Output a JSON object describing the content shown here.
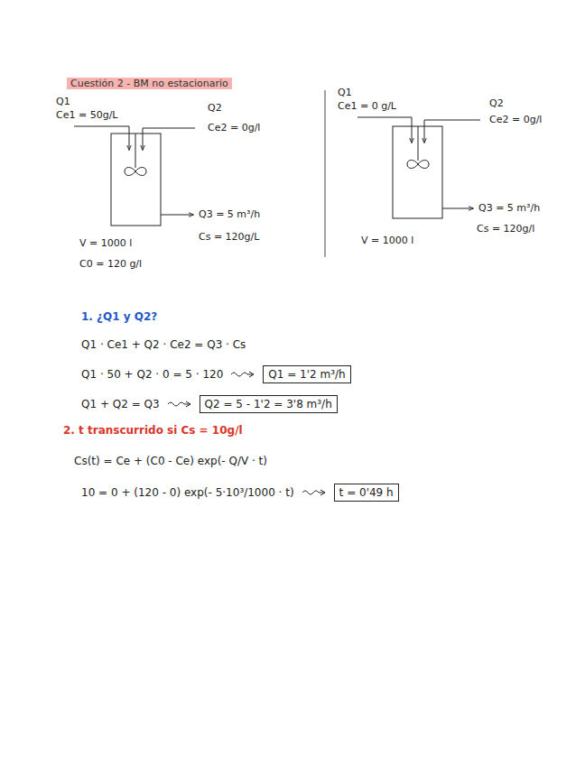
{
  "diagram": {
    "title": "Cuestión 2 - BM no estacionario",
    "labels": [
      "Q1",
      "Ce1 = 50g/L",
      "Q2",
      "Ce2 = 0g/l",
      "Q3 = 5 m³/h",
      "Cs = 120g/L",
      "V = 1000 l",
      "C0 = 120 g/l",
      "Q1",
      "Ce1 = 0 g/L",
      "Q2",
      "Ce2 = 0g/l",
      "Q3 = 5 m³/h",
      "Cs = 120g/l",
      "V = 1000 l",
      "1. ¿Q1 y Q2?",
      "Q1 · Ce1 + Q2 · Ce2 = Q3 · Cs",
      "Q1 · 50 + Q2 · 0 = 5 · 120",
      "Q1 = 1'2 m³/h",
      "Q1 + Q2 = Q3",
      "Q2 = 5 - 1'2 = 3'8 m³/h",
      "2. t transcurrido si Cs = 10g/l",
      "Cs(t) = Ce + (C0 - Ce) exp(- Q/V · t)",
      "10 = 0 + (120 - 0) exp(- 5·10³/1000 · t)",
      "t = 0'49 h"
    ]
  }
}
